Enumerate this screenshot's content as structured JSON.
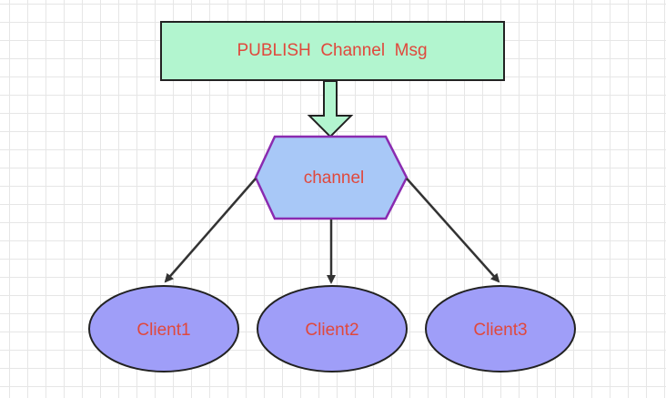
{
  "publish_box": {
    "label": "PUBLISH  Channel  Msg",
    "fill": "#b2f5cf",
    "stroke": "#222222"
  },
  "channel_node": {
    "label": "channel",
    "fill": "#a8c8f7",
    "stroke": "#8a2bb0"
  },
  "clients": [
    {
      "label": "Client1"
    },
    {
      "label": "Client2"
    },
    {
      "label": "Client3"
    }
  ],
  "client_style": {
    "fill": "#9f9ef8",
    "stroke": "#222222"
  },
  "text_color": "#e0483c",
  "arrow_color": "#333333"
}
